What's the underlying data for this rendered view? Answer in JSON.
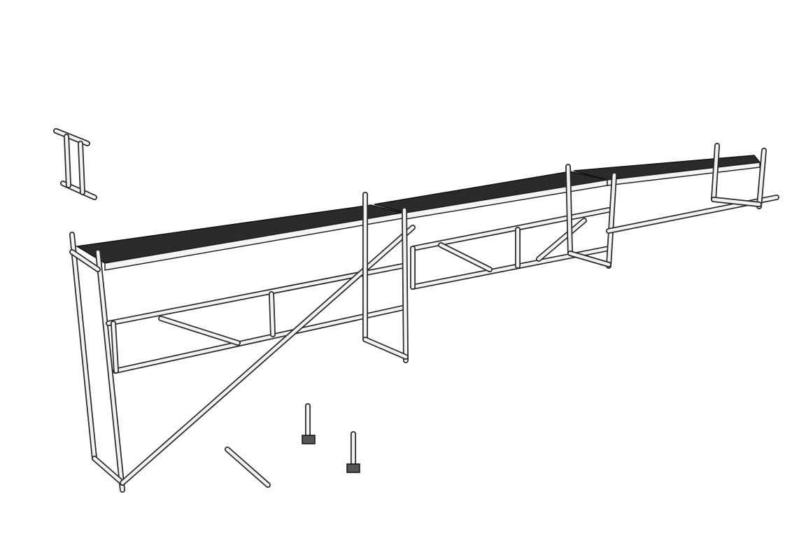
{
  "scene": {
    "colors": {
      "deck": "#2b2b2b",
      "tube": "#f2f2f2",
      "outline": "#2a2a2a",
      "background": "#ffffff"
    },
    "components": [
      "scaffold-frame",
      "platform-deck",
      "guard-rail",
      "diagonal-brace",
      "base-jack",
      "toe-board",
      "end-frame"
    ]
  }
}
